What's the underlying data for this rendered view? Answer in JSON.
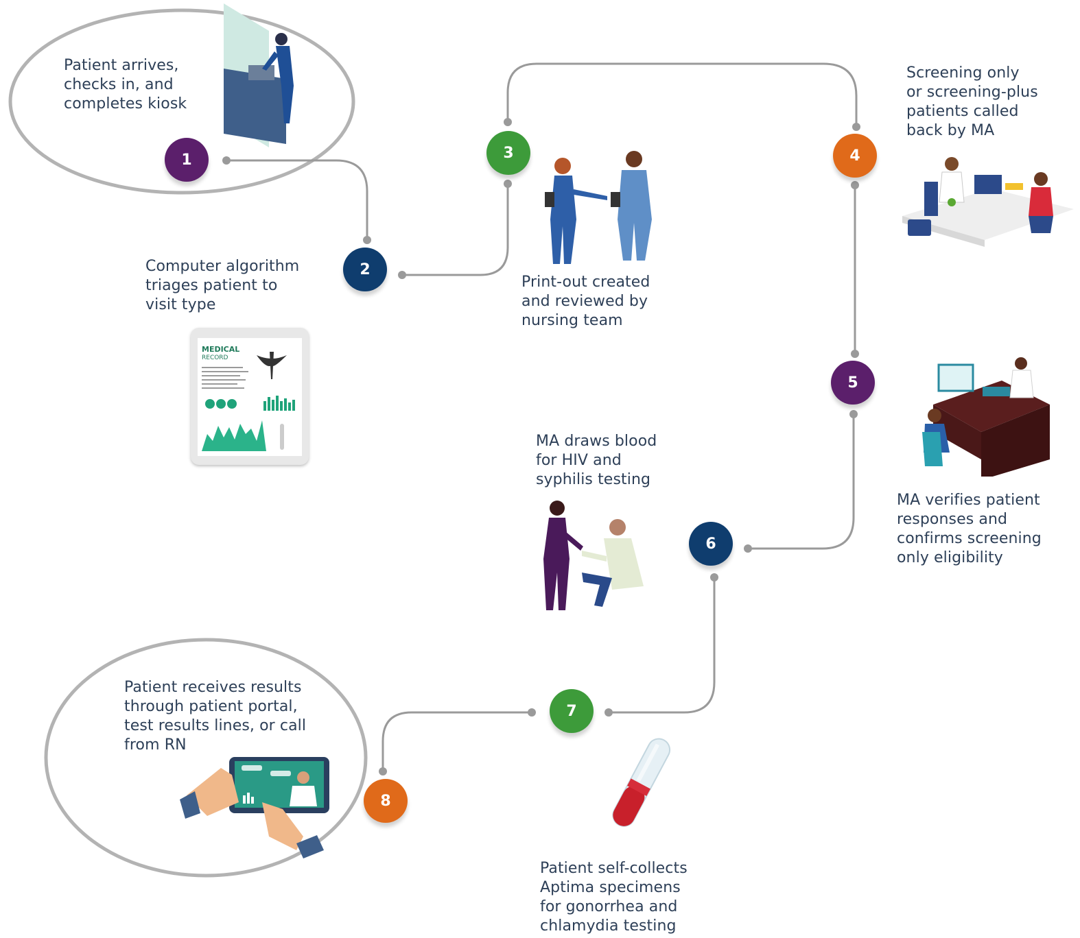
{
  "steps": [
    {
      "number": "1",
      "text": "Patient arrives,\nchecks in, and\ncompletes kiosk",
      "color": "#5b1f6b"
    },
    {
      "number": "2",
      "text": "Computer algorithm\ntriages patient to\nvisit type",
      "color": "#0f3d6e"
    },
    {
      "number": "3",
      "text": "Print-out created\nand reviewed by\nnursing team",
      "color": "#3d9b3a"
    },
    {
      "number": "4",
      "text": "Screening only\nor screening-plus\npatients called\nback by MA",
      "color": "#e06a1a"
    },
    {
      "number": "5",
      "text": "MA verifies patient\nresponses and\nconfirms screening\nonly eligibility",
      "color": "#5b1f6b"
    },
    {
      "number": "6",
      "text": "MA draws blood\nfor HIV and\nsyphilis testing",
      "color": "#0f3d6e"
    },
    {
      "number": "7",
      "text": "Patient self-collects\nAptima specimens\nfor gonorrhea and\nchlamydia testing",
      "color": "#3d9b3a"
    },
    {
      "number": "8",
      "text": "Patient receives results\nthrough patient portal,\ntest results lines, or call\nfrom RN",
      "color": "#e06a1a"
    }
  ],
  "tablet": {
    "title": "MEDICAL",
    "subtitle": "RECORD"
  },
  "icons": [
    "kiosk-icon",
    "medical-record-tablet-icon",
    "nurses-icon",
    "doctor-desk-icon",
    "ma-computer-desk-icon",
    "blood-draw-icon",
    "test-tube-icon",
    "tablet-portal-icon"
  ]
}
